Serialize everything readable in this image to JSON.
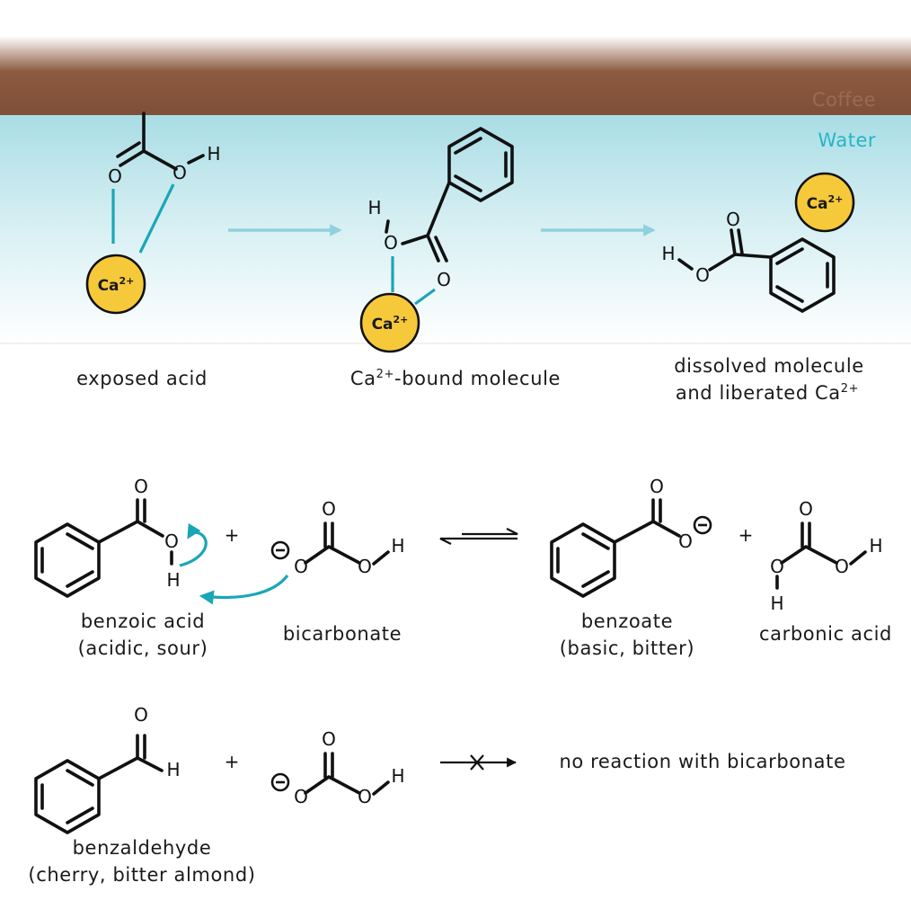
{
  "layers": {
    "coffee": {
      "label": "Coffee",
      "color": "#9a6b52"
    },
    "water": {
      "label": "Water",
      "color": "#27b4c6"
    }
  },
  "ion": {
    "symbol": "Ca",
    "charge": "2+",
    "fill": "#f6c93a"
  },
  "stages": {
    "exposed_acid": "exposed acid",
    "bound_prefix": "Ca",
    "bound_charge": "2+",
    "bound_suffix": "-bound molecule",
    "dissolved_line1": "dissolved molecule",
    "dissolved_line2_prefix": "and liberated Ca",
    "dissolved_line2_charge": "2+"
  },
  "atoms": {
    "oxygen": "O",
    "hydrogen": "H",
    "plus": "+",
    "minus": "−"
  },
  "reaction1": {
    "benzoic_name": "benzoic acid",
    "benzoic_note": "(acidic, sour)",
    "bicarbonate": "bicarbonate",
    "benzoate_name": "benzoate",
    "benzoate_note": "(basic, bitter)",
    "carbonic": "carbonic acid"
  },
  "reaction2": {
    "benzaldehyde_name": "benzaldehyde",
    "benzaldehyde_note": "(cherry, bitter almond)",
    "result": "no reaction with bicarbonate"
  }
}
